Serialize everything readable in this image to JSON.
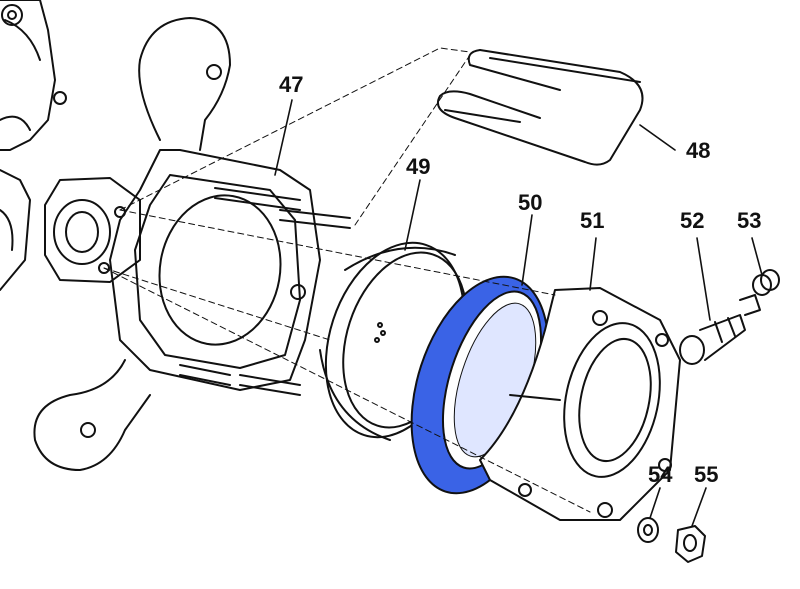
{
  "diagram": {
    "highlight_color": "#3a63e6",
    "line_color": "#111111",
    "callouts": [
      {
        "id": "47",
        "label": "47",
        "part": "hub-carrier"
      },
      {
        "id": "48",
        "label": "48",
        "part": "retaining-clip"
      },
      {
        "id": "49",
        "label": "49",
        "part": "dust-shield-ring"
      },
      {
        "id": "50",
        "label": "50",
        "part": "gasket-seal"
      },
      {
        "id": "51",
        "label": "51",
        "part": "bearing-housing"
      },
      {
        "id": "52",
        "label": "52",
        "part": "bleed-screw"
      },
      {
        "id": "53",
        "label": "53",
        "part": "o-rings"
      },
      {
        "id": "54",
        "label": "54",
        "part": "washer"
      },
      {
        "id": "55",
        "label": "55",
        "part": "nut"
      }
    ]
  }
}
